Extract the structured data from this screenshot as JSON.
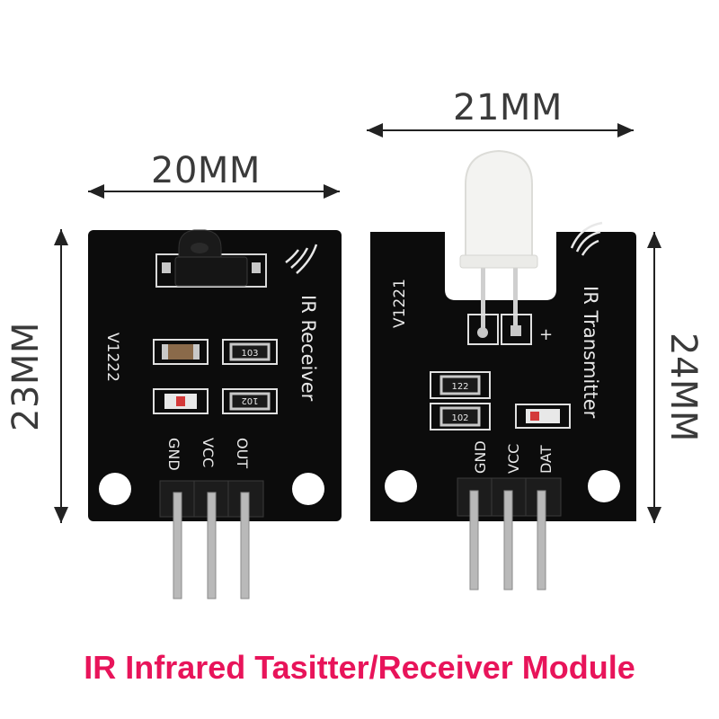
{
  "dimensions": {
    "receiver_width": "20MM",
    "receiver_height": "23MM",
    "transmitter_width": "21MM",
    "transmitter_height": "24MM"
  },
  "receiver": {
    "title": "IR Receiver",
    "version": "V1222",
    "resistor_1": "103",
    "resistor_2": "102",
    "pins": [
      "GND",
      "VCC",
      "OUT"
    ]
  },
  "transmitter": {
    "title": "IR Transmitter",
    "version": "V1221",
    "resistor_1": "122",
    "resistor_2": "102",
    "polarity": "+",
    "pins": [
      "GND",
      "VCC",
      "DAT"
    ]
  },
  "caption": "IR Infrared Tasitter/Receiver Module",
  "colors": {
    "pcb": "#0c0c0c",
    "silkscreen": "#e8e8e8",
    "caption": "#e8145a",
    "dimension_line": "#222222"
  }
}
